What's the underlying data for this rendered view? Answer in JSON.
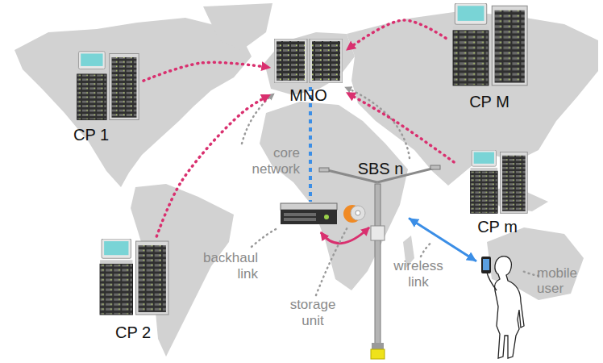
{
  "diagram": {
    "nodes": [
      {
        "text": [
          "CP 1"
        ]
      },
      {
        "text": [
          "MNO"
        ]
      },
      {
        "text": [
          "CP M"
        ]
      },
      {
        "text": [
          "SBS n"
        ]
      },
      {
        "text": [
          "CP m"
        ]
      },
      {
        "text": [
          "CP 2"
        ]
      },
      {
        "text": [
          "mobile user"
        ]
      }
    ],
    "edges": [
      {
        "from": 0,
        "to": 1,
        "arrow": "to"
      },
      {
        "from": 2,
        "to": 1,
        "arrow": "to"
      },
      {
        "from": 4,
        "to": 1,
        "arrow": "to"
      },
      {
        "from": 5,
        "to": 1,
        "arrow": "to"
      },
      {
        "from": 3,
        "to": 6,
        "arrow": "both"
      }
    ],
    "labels": [
      "core network",
      "backhaul link",
      "storage unit",
      "wireless link"
    ]
  }
}
